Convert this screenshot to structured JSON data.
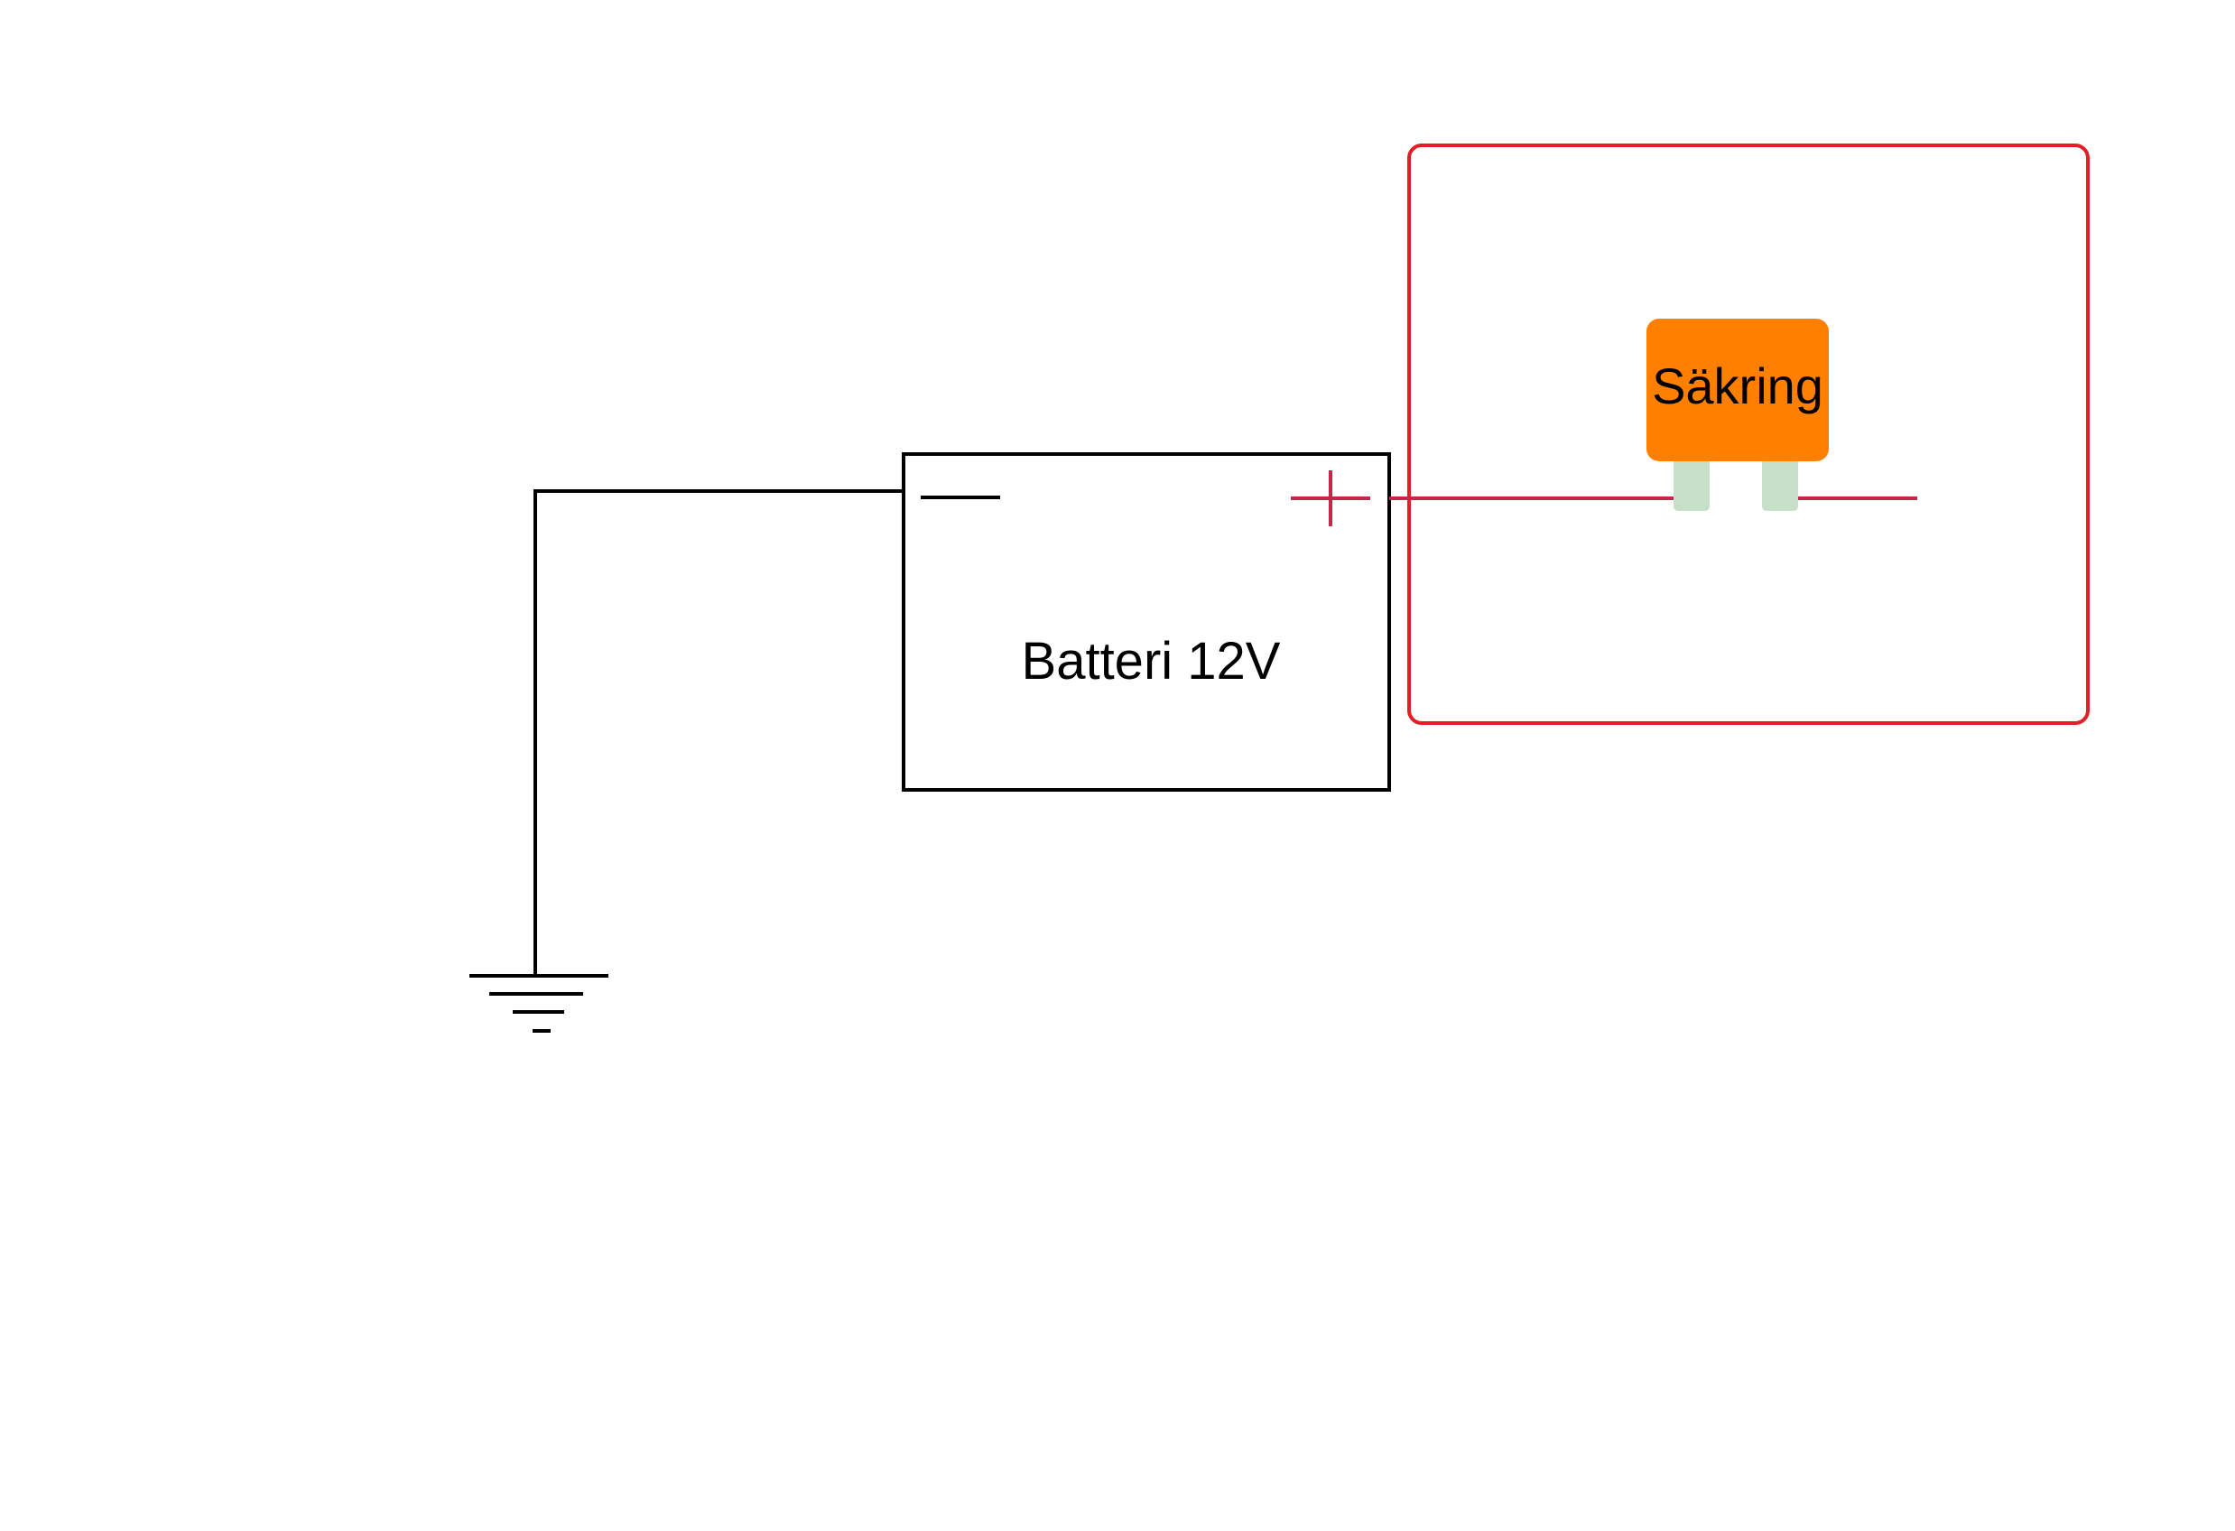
{
  "diagram": {
    "battery": {
      "label": "Batteri 12V",
      "negative_symbol": "minus",
      "positive_symbol": "plus"
    },
    "fuse": {
      "label": "Säkring"
    },
    "ground": {
      "symbol": "ground"
    },
    "highlight": {
      "description": "red-outline-box"
    }
  },
  "colors": {
    "background": "#ffffff",
    "wire_black": "#000000",
    "wire_positive": "#c8254a",
    "highlight_border": "#e41e26",
    "fuse_body": "#ff7f00",
    "fuse_pins": "#c6e0c7",
    "text": "#000000"
  }
}
